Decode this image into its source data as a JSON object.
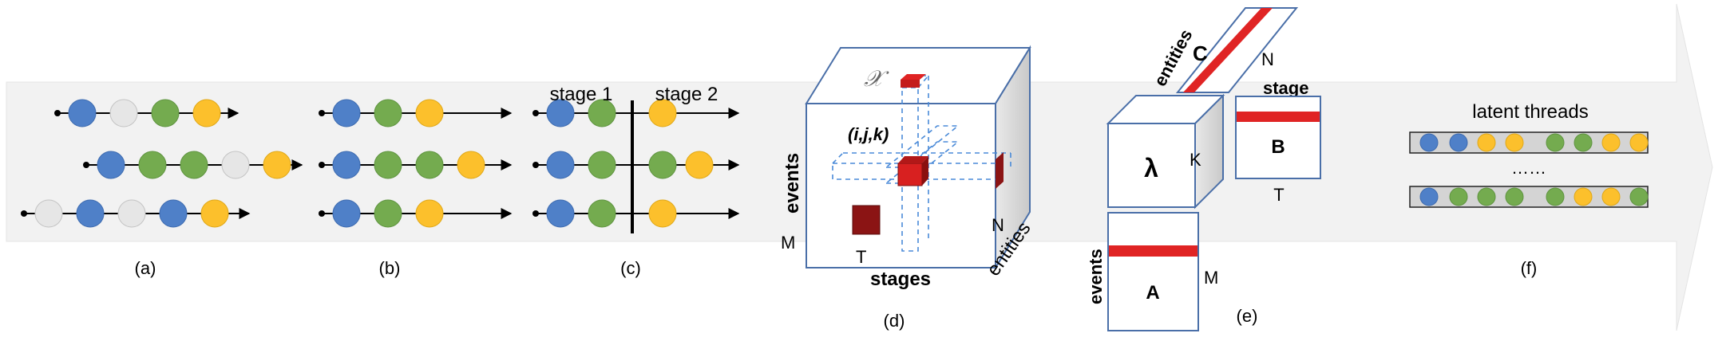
{
  "colors": {
    "blue": "#4f80c8",
    "green": "#74ab4f",
    "gray": "#e6e6e6",
    "yellow": "#fcc02c",
    "red": "#e02424",
    "darkred": "#8b1414",
    "frame": "#4a6fa8",
    "arrow": "#f2f2f2"
  },
  "panels": {
    "a": {
      "label": "(a)",
      "rows": [
        [
          "blue",
          "gray",
          "green",
          "yellow"
        ],
        [
          "blue",
          "green",
          "green",
          "gray",
          "yellow"
        ],
        [
          "gray",
          "blue",
          "gray",
          "blue",
          "yellow"
        ]
      ]
    },
    "b": {
      "label": "(b)",
      "rows": [
        [
          "blue",
          "green",
          "yellow"
        ],
        [
          "blue",
          "green",
          "green",
          "yellow"
        ],
        [
          "blue",
          "green",
          "yellow"
        ]
      ]
    },
    "c": {
      "label": "(c)",
      "stage1": "stage 1",
      "stage2": "stage 2",
      "rows_left": [
        [
          "blue",
          "green"
        ],
        [
          "blue",
          "green"
        ],
        [
          "blue",
          "green"
        ]
      ],
      "rows_right": [
        [
          "yellow"
        ],
        [
          "green",
          "yellow"
        ],
        [
          "yellow"
        ]
      ]
    },
    "d": {
      "label": "(d)",
      "tensor": "𝒳",
      "index": "(i,j,k)",
      "events": "events",
      "stages": "stages",
      "entities": "entities",
      "M": "M",
      "T": "T",
      "N": "N"
    },
    "e": {
      "label": "(e)",
      "C": "C",
      "N": "N",
      "entities": "entities",
      "stage": "stage",
      "B": "B",
      "T": "T",
      "lambda": "λ",
      "K": "K",
      "A": "A",
      "M": "M",
      "events": "events"
    },
    "f": {
      "label": "(f)",
      "title": "latent threads",
      "dots": "……",
      "thread1": [
        "blue",
        "blue",
        "yellow",
        "yellow",
        "green",
        "green",
        "yellow",
        "yellow"
      ],
      "thread2": [
        "blue",
        "green",
        "green",
        "green",
        "green",
        "yellow",
        "yellow",
        "green"
      ]
    }
  }
}
